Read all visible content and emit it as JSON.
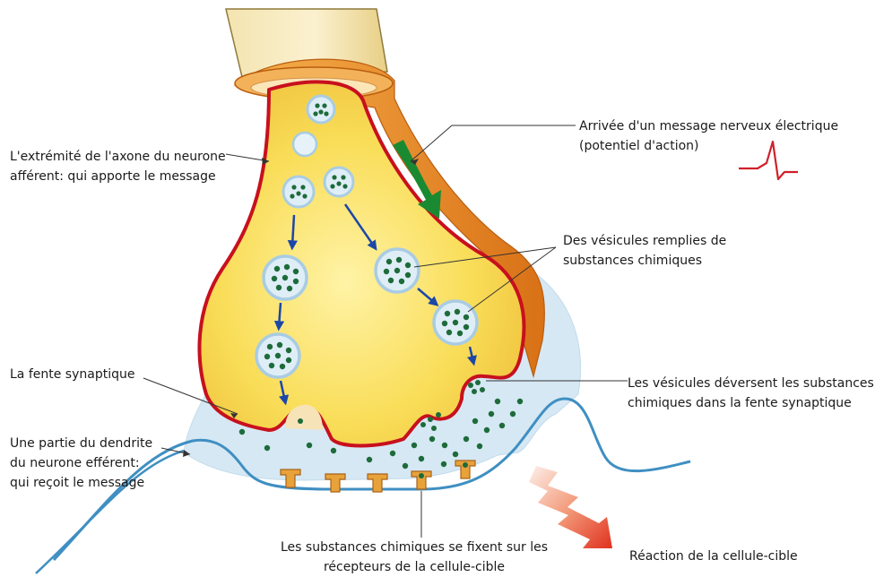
{
  "labels": {
    "axon_terminal": "L'extrémité de l'axone du neurone\nafférent: qui apporte le message",
    "synaptic_cleft": "La fente synaptique",
    "dendrite": "Une partie du dendrite\ndu neurone efférent:\nqui reçoit le message",
    "arrival": "Arrivée d'un message nerveux électrique\n(potentiel d'action)",
    "vesicles": "Des vésicules remplies de\nsubstances chimiques",
    "release": "Les vésicules déversent les substances\nchimiques dans la fente synaptique",
    "binding": "Les substances chimiques se fixent sur les\nrécepteurs de la cellule-cible",
    "reaction": "Réaction de la cellule-cible"
  },
  "colors": {
    "terminal_fill": "#f6d44a",
    "terminal_outline": "#c8101e",
    "sheath": "#e98c2a",
    "cleft": "#d6e8f4",
    "membrane": "#3f8fc2",
    "vesicle_ring": "#a9cce3",
    "neurotransmitter": "#1d6b3a",
    "flow_arrow": "#1c47a8",
    "signal_arrow": "#1a8a32",
    "reaction_arrow": "#e0412a",
    "receptor": "#e8a23a",
    "action_potential": "#d0202a"
  },
  "icons": {
    "signal": "green-arrow-icon",
    "action_potential": "action-potential-spike-icon",
    "reaction": "red-zigzag-arrow-icon"
  }
}
